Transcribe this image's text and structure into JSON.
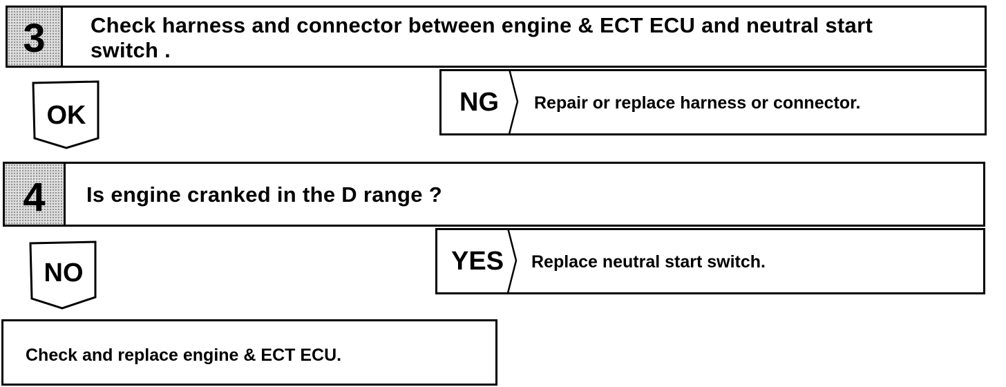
{
  "steps": [
    {
      "number": "3",
      "line1": "Check harness and connector between engine & ECT ECU and neutral start",
      "line2": "switch ."
    },
    {
      "number": "4",
      "line1": "Is engine cranked in the D range ?"
    }
  ],
  "branches": {
    "step3_pass": "OK",
    "step3_fail_label": "NG",
    "step3_fail_action": "Repair or replace harness or connector.",
    "step4_pass": "NO",
    "step4_fail_label": "YES",
    "step4_fail_action": "Replace neutral start switch."
  },
  "final_action": "Check and replace engine & ECT ECU."
}
